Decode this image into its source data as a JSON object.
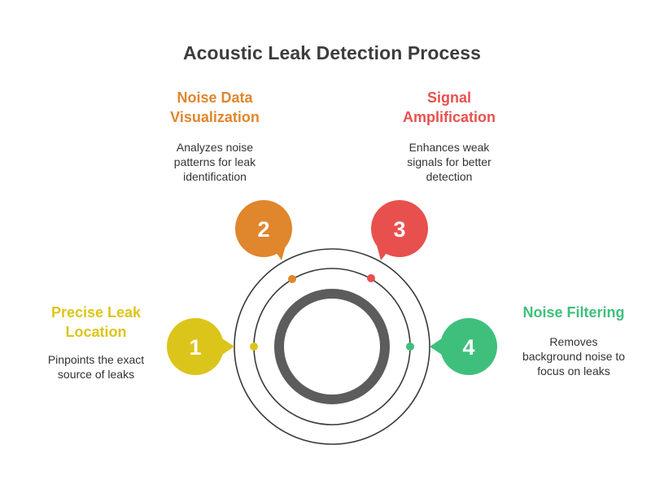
{
  "title": "Acoustic Leak Detection Process",
  "colors": {
    "step1": "#dcc51a",
    "step2": "#e0862c",
    "step3": "#e8504e",
    "step4": "#3ec07c",
    "ring": "#3a3a3a",
    "core_ring": "#5c5c5c"
  },
  "steps": [
    {
      "number": "1",
      "heading_line1": "Precise Leak",
      "heading_line2": "Location",
      "desc_line1": "Pinpoints the exact",
      "desc_line2": "source of leaks",
      "desc_line3": ""
    },
    {
      "number": "2",
      "heading_line1": "Noise Data",
      "heading_line2": "Visualization",
      "desc_line1": "Analyzes noise",
      "desc_line2": "patterns for leak",
      "desc_line3": "identification"
    },
    {
      "number": "3",
      "heading_line1": "Signal",
      "heading_line2": "Amplification",
      "desc_line1": "Enhances weak",
      "desc_line2": "signals for better",
      "desc_line3": "detection"
    },
    {
      "number": "4",
      "heading_line1": "Noise Filtering",
      "heading_line2": "",
      "desc_line1": "Removes",
      "desc_line2": "background noise to",
      "desc_line3": "focus on leaks"
    }
  ]
}
